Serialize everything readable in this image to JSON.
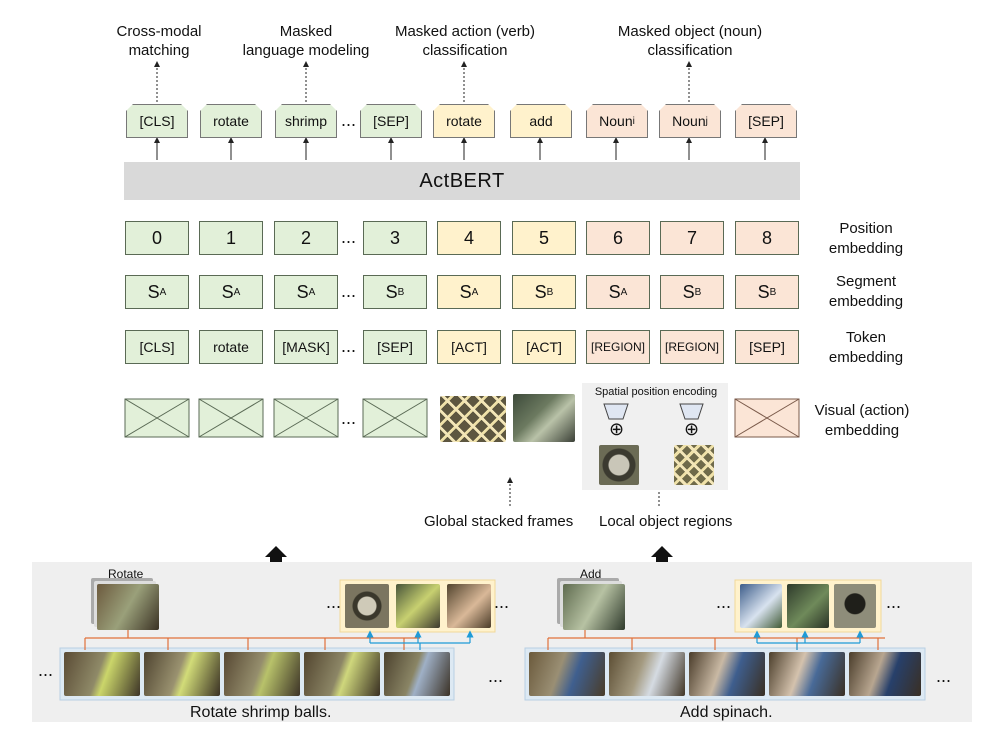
{
  "tasks": {
    "cross_modal": [
      "Cross-modal",
      "matching"
    ],
    "mlm": [
      "Masked",
      "language modeling"
    ],
    "action": [
      "Masked action (verb)",
      "classification"
    ],
    "object": [
      "Masked object (noun)",
      "classification"
    ]
  },
  "outputs": [
    "[CLS]",
    "rotate",
    "shrimp",
    "[SEP]",
    "rotate",
    "add",
    "Noun",
    "Noun",
    "[SEP]"
  ],
  "output_subscripts": {
    "noun_i": "i",
    "noun_j": "j"
  },
  "model_name": "ActBERT",
  "positions": [
    "0",
    "1",
    "2",
    "3",
    "4",
    "5",
    "6",
    "7",
    "8"
  ],
  "segments": [
    {
      "main": "S",
      "sub": "A"
    },
    {
      "main": "S",
      "sub": "A"
    },
    {
      "main": "S",
      "sub": "A"
    },
    {
      "main": "S",
      "sub": "B"
    },
    {
      "main": "S",
      "sub": "A"
    },
    {
      "main": "S",
      "sub": "B"
    },
    {
      "main": "S",
      "sub": "A"
    },
    {
      "main": "S",
      "sub": "B"
    },
    {
      "main": "S",
      "sub": "B"
    }
  ],
  "tokens": [
    "[CLS]",
    "rotate",
    "[MASK]",
    "[SEP]",
    "[ACT]",
    "[ACT]",
    "[REGION]",
    "[REGION]",
    "[SEP]"
  ],
  "row_labels": {
    "position": [
      "Position",
      "embedding"
    ],
    "segment": [
      "Segment",
      "embedding"
    ],
    "token": [
      "Token",
      "embedding"
    ],
    "visual": [
      "Visual (action)",
      "embedding"
    ]
  },
  "ellipsis": "...",
  "spatial_position_encoding": "Spatial position encoding",
  "oplus": "⊕",
  "global_frames": "Global stacked frames",
  "local_regions": "Local object regions",
  "clip_labels": {
    "left": "Rotate",
    "right": "Add"
  },
  "captions": {
    "left": "Rotate shrimp balls.",
    "right": "Add spinach."
  },
  "colors": {
    "green": "#e2f0d9",
    "yellow": "#fff2cc",
    "pink": "#fbe5d6",
    "bert": "#d9d9d9",
    "arrow_blue": "#1f9bd7",
    "bracket_orange": "#e0703a"
  }
}
